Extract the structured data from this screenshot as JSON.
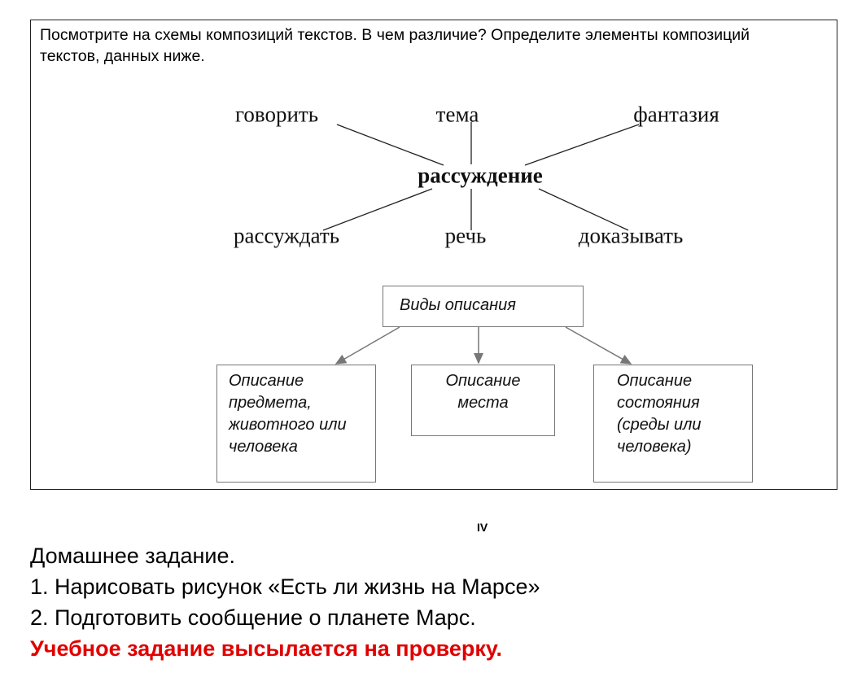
{
  "intro": "Посмотрите на схемы композиций текстов. В чем различие? Определите элементы композиций текстов, данных ниже.",
  "cluster": {
    "center": "рассуждение",
    "top": [
      "говорить",
      "тема",
      "фантазия"
    ],
    "bottom": [
      "рассуждать",
      "речь",
      "доказывать"
    ]
  },
  "tree": {
    "root": "Виды описания",
    "children": [
      "Описание предмета, животного или человека",
      "Описание места",
      "Описание состояния (среды или человека)"
    ]
  },
  "page_number": "IV",
  "homework": {
    "title": "Домашнее задание.",
    "items": [
      "1. Нарисовать рисунок «Есть ли жизнь на Марсе»",
      "2. Подготовить сообщение о планете Марс."
    ],
    "note": "Учебное задание высылается на проверку."
  },
  "colors": {
    "note": "#e00000"
  }
}
